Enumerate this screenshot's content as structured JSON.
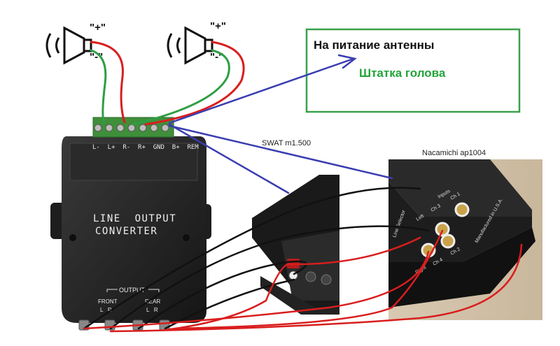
{
  "speaker_left": {
    "plus_label": "\"+\"",
    "minus_label": "\"-\""
  },
  "speaker_right": {
    "plus_label": "\"+\"",
    "minus_label": "\"-\""
  },
  "note_box": {
    "line1": "На питание антенны",
    "line2": "Штатка голова",
    "border_color": "#3aa04a",
    "line2_color": "#22a33a"
  },
  "terminal_labels": "L-  L+  R-  R+  GND  B+  REM",
  "converter": {
    "title_line1": "LINE  OUTPUT",
    "title_line2": "CONVERTER",
    "output_label": "OUTPUT",
    "front_label": "FRONT",
    "rear_label": "REAR",
    "front_channels": "L   R",
    "rear_channels": "L   R"
  },
  "amp1_label": "SWAT m1.500",
  "amp2_label": "Nacamichi ap1004",
  "amp2_panel_text": {
    "inputs": "Inputs",
    "ch3": "Ch 3",
    "ch1": "Ch 1",
    "line_selector": "Line Selector",
    "left": "Left",
    "right": "Right",
    "ch4": "Ch 4",
    "ch2": "Ch 2",
    "manufactured": "Manufactured in U.S.A."
  },
  "wire_colors": {
    "red": "#d91e1e",
    "green": "#2f9e44",
    "blue": "#3a3db0",
    "black": "#111111"
  }
}
